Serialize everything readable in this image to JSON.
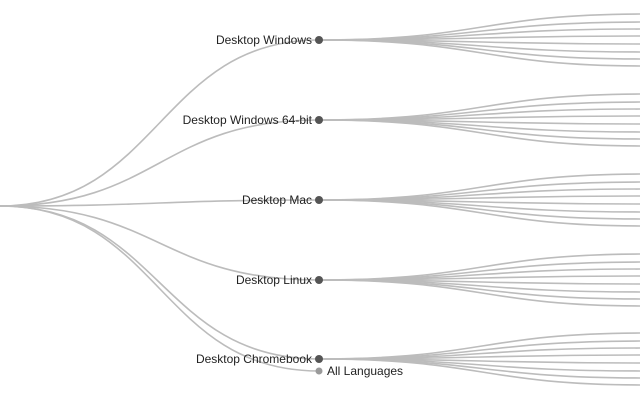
{
  "tree": {
    "nodes": [
      {
        "id": "win",
        "label": "Desktop Windows",
        "leaves": 8
      },
      {
        "id": "win64",
        "label": "Desktop Windows 64-bit",
        "leaves": 8
      },
      {
        "id": "mac",
        "label": "Desktop Mac",
        "leaves": 8
      },
      {
        "id": "linux",
        "label": "Desktop Linux",
        "leaves": 8
      },
      {
        "id": "chromebook",
        "label": "Desktop Chromebook",
        "leaves": 8
      },
      {
        "id": "all-lang",
        "label": "All Languages",
        "leaves": 0,
        "secondary": true
      }
    ]
  },
  "colors": {
    "link": "#bcbcbc",
    "node": "#555555",
    "node_secondary": "#9a9a9a",
    "text": "#222222"
  }
}
